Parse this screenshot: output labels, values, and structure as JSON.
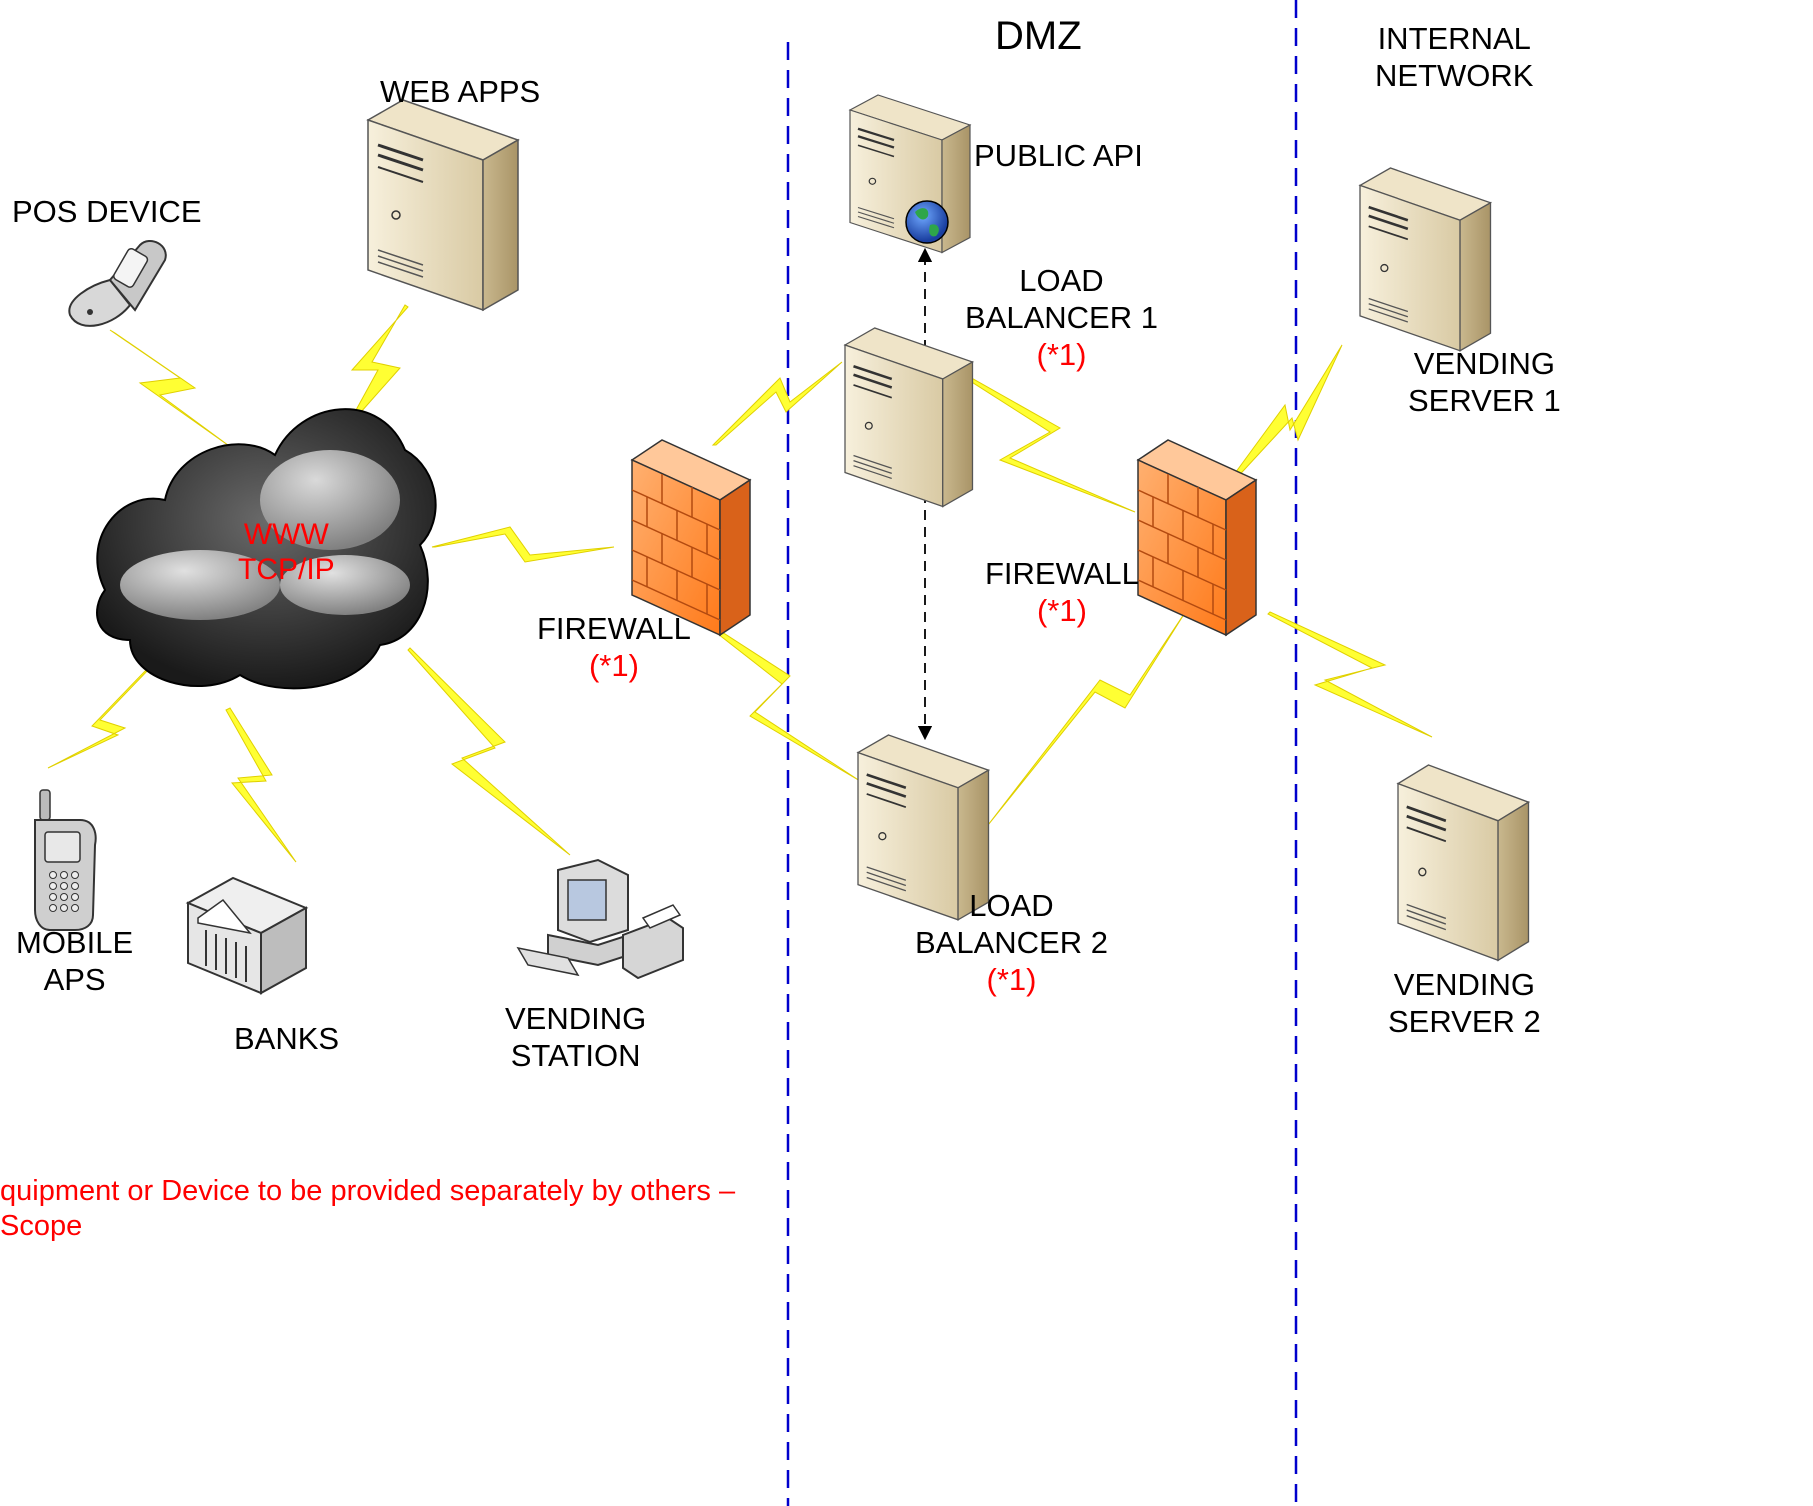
{
  "zones": {
    "dmz": "DMZ",
    "internal_line1": "INTERNAL",
    "internal_line2": "NETWORK"
  },
  "nodes": {
    "web_apps": "WEB APPS",
    "pos_device": "POS DEVICE",
    "cloud_line1": "WWW",
    "cloud_line2": "TCP/IP",
    "mobile_line1": "MOBILE",
    "mobile_line2": "APS",
    "banks": "BANKS",
    "vending_station_line1": "VENDING",
    "vending_station_line2": "STATION",
    "firewall_1": "FIREWALL",
    "firewall_1_note": "(*1)",
    "public_api": "PUBLIC API",
    "lb1_line1": "LOAD",
    "lb1_line2": "BALANCER 1",
    "lb1_note": "(*1)",
    "lb2_line1": "LOAD",
    "lb2_line2": "BALANCER 2",
    "lb2_note": "(*1)",
    "firewall_2": "FIREWALL",
    "firewall_2_note": "(*1)",
    "vs1_line1": "VENDING",
    "vs1_line2": "SERVER 1",
    "vs2_line1": "VENDING",
    "vs2_line2": "SERVER 2"
  },
  "footnote": {
    "line1": "quipment or Device to be provided separately by others –",
    "line2": "Scope"
  },
  "colors": {
    "zone_divider": "#0000cc",
    "bolt": "#ffff33",
    "note_text": "#ff0000",
    "firewall": "#ff8c2a",
    "server": "#e8dcc0"
  }
}
